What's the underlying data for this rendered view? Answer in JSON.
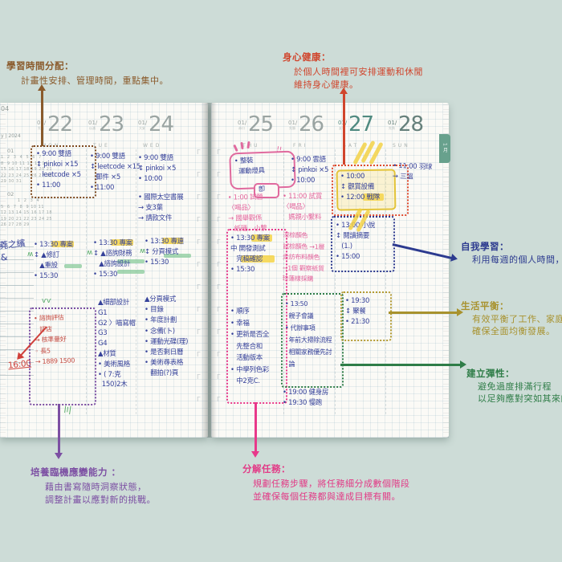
{
  "colors": {
    "background": "#cddcd7",
    "page": "#fbfaf6",
    "brown": "#8a5a2b",
    "red_orange": "#d0452c",
    "navy": "#2c3a8f",
    "olive": "#a8922e",
    "green": "#2f7d48",
    "purple": "#7c4fa3",
    "magenta": "#e23a86",
    "ink_blue": "#36429a",
    "ink_pink": "#e4679e",
    "ink_red": "#c44d44",
    "highlight_yellow": "#f5d446",
    "highlight_green": "#82c896",
    "tab_green": "#68a18d"
  },
  "callouts": {
    "study_time": {
      "title": "學習時間分配：",
      "line1": "計畫性安排、管理時間，重點集中。"
    },
    "health": {
      "title": "身心健康：",
      "line1": "於個人時間裡可安排運動和休閒",
      "line2": "維持身心健康。"
    },
    "self_learning": {
      "title": "自我學習：",
      "line1": "利用每週的個人時間，豐富自我。"
    },
    "life_balance": {
      "title": "生活平衡：",
      "line1": "有效平衡了工作、家庭、休閒",
      "line2": "確保全面均衡發展。"
    },
    "flexibility": {
      "title": "建立彈性：",
      "line1": "避免過度排滿行程",
      "line2": "以足夠應對突如其來的挑戰。"
    },
    "adaptability": {
      "title": "培養臨機應變能力 ：",
      "line1": "藉由書寫隨時洞察狀態，",
      "line2": "調整計畫以應對新的挑戰。"
    },
    "task_breakdown": {
      "title": "分解任務：",
      "line1": "規劃任務步驟，將任務細分成數個階段",
      "line2": "並確保每個任務都與達成目標有關。"
    }
  },
  "planner": {
    "margin": {
      "year_fragment": "04",
      "subtitle_fragment": "y | 2024",
      "cal1_label": "01",
      "cal2_label": "02",
      "cal1_rows": [
        "1  2  3  4  5  6  7",
        "8  9 10 11 12 13 14",
        "15 16 17 18 19 20 21",
        "22 23 24 25 26 27 28",
        "29 30 31"
      ],
      "cal2_rows": [
        "          1  2  3  4",
        "5  6  7  8  9 10 11",
        "12 13 14 15 16 17 18",
        "19 20 21 22 23 24 25",
        "26 27 28 29"
      ]
    },
    "tab": "1月",
    "left_days": [
      {
        "prefix": "01/",
        "num": "22",
        "wd": "MON",
        "mark": "先負"
      },
      {
        "prefix": "01/",
        "num": "23",
        "wd": "TUE",
        "mark": "仏滅"
      },
      {
        "prefix": "01/",
        "num": "24",
        "wd": "WED",
        "mark": "大安"
      }
    ],
    "right_days": [
      {
        "prefix": "01/",
        "num": "25",
        "wd": "THU",
        "mark": "赤口"
      },
      {
        "prefix": "01/",
        "num": "26",
        "wd": "FRI",
        "mark": "先勝"
      },
      {
        "prefix": "01/",
        "num": "27",
        "wd": "SAT",
        "mark": "友引"
      },
      {
        "prefix": "01/",
        "num": "28",
        "wd": "SUN",
        "mark": "先負"
      }
    ]
  },
  "entries": {
    "mon_am": [
      "• 9:00 雙語",
      "↕ pinkoi ×15",
      "   leetcode ×5",
      "• 11:00"
    ],
    "tue_am": [
      "• 9:00 雙語",
      "↕ leetcode ×15",
      "   郵件 ×5",
      "• 11:00"
    ],
    "wed_am": [
      "• 9:00 雙語",
      "↕ pinkoi ×5",
      "• 10:00"
    ],
    "wed_am2": [
      "• 國際太空書展",
      "→ 支3葉",
      "→ 請款文件"
    ],
    "mon_pm": [
      "• 13:30 專案",
      "↕ ▲修訂",
      "   ▲重設",
      "• 15:30"
    ],
    "tue_pm": [
      "• 13:30 專案",
      "↕ ▲諮詢財務",
      "   ▲諮詢設計",
      "• 15:30"
    ],
    "wed_pm": [
      "• 13:30 專連",
      "↕ 分頁模式",
      "• 15:30"
    ],
    "mon_eve": [
      "• 諮詢評估",
      "   評店",
      "→ 核準量好",
      "◦ 長5",
      "→ 1889 1500"
    ],
    "time_1600": "16:00",
    "tue_eve": [
      "▲細部設計",
      "G1",
      "G2 〉喵寫帽",
      "G3",
      "G4",
      "▲材質",
      "• 美術風格",
      "• ( 7:克",
      "  150)2木"
    ],
    "wed_eve": [
      "▲分頁模式",
      "• 目錄",
      "• 年度計劃",
      "• 念備(卜)",
      "• 運動光碟(理)",
      "• 是否剩日曆",
      "• 美術尋表格",
      "   翻拍(?)頁"
    ],
    "margin_note": [
      "蕘之繽",
      "&"
    ],
    "thu_box": [
      "• 整裝",
      "  運動燈具"
    ],
    "thu_box_tab": "卽",
    "fri_am": [
      "• 9:00 雲語",
      "↕ pinkoi ×5",
      "• 10:00"
    ],
    "thu_pink": [
      "• 1:00 試營",
      "〈喝品〉",
      "→ 國舉觀係",
      "   紙硬、小繫"
    ],
    "fri_pink": [
      "• 11:00 試賞",
      "〈喝品〉",
      "   媽親小繫料"
    ],
    "sat_event": [
      "• 10:00",
      "↕ 觀賞設備",
      "• 12:00 戰隊"
    ],
    "sun_am": [
      "• 11:00 羽球",
      "→ 三溫"
    ],
    "thu_pm": [
      "• 13:30 專案",
      "中 開發測試",
      "   完稿確認",
      "• 15:30"
    ],
    "thu_list": [
      "• 順序",
      "• 幸福",
      "• 更新是否全",
      "   先整合和",
      "   活動版本",
      "• 中學列色彩",
      "   中2克C."
    ],
    "fri_notes": [
      "深棕顏色",
      "試棕顏色 →1層",
      "走訪布料顏色",
      "→1個 觀察紙質",
      "珍蓮樣採購"
    ],
    "sat_reading": [
      "• 13:00 小說",
      "↕ 閱讀摘要",
      "   (1.)",
      "• 15:00"
    ],
    "fri_family": [
      "• 13:50",
      "  親子會議",
      "• 代辦事項",
      "  年前大掃除流程",
      "  相關家務優先討",
      "  論"
    ],
    "sat_dinner": [
      "• 19:30",
      "↕ 聚餐",
      "• 21:30"
    ],
    "fri_eve": [
      "• 19:00 健身房",
      "• 19:30 慢跑"
    ]
  }
}
